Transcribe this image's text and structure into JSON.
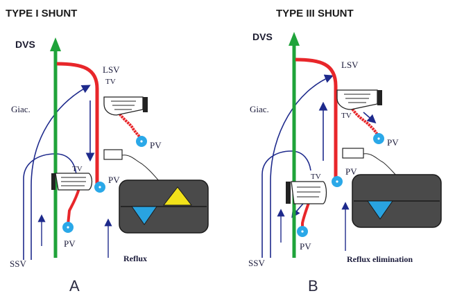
{
  "colors": {
    "deep_vein": "#1fa33a",
    "shunt_red": "#e8262a",
    "vein_blue": "#1e2a8c",
    "perforator_fill": "#2aa8e8",
    "doppler_box": "#4a4a4a",
    "triangle_blue": "#29a3e0",
    "triangle_yellow": "#f2e21a"
  },
  "panel_a": {
    "header": "TYPE I SHUNT",
    "deep_vein_label": "DVS",
    "lsv_label": "LSV",
    "tv_upper_label": "TV",
    "tv_lower_label": "TV",
    "giac_label": "Giac.",
    "pv_upper_label": "PV",
    "pv_mid_label": "PV",
    "pv_lower_label": "PV",
    "ssv_label": "SSV",
    "caption": "Reflux",
    "letter": "A"
  },
  "panel_b": {
    "header": "TYPE III SHUNT",
    "deep_vein_label": "DVS",
    "lsv_label": "LSV",
    "tv_upper_label": "TV",
    "tv_lower_label": "TV",
    "giac_label": "Giac.",
    "pv_upper_label": "PV",
    "pv_mid_label": "PV",
    "pv_lower_label": "PV",
    "ssv_label": "SSV",
    "caption": "Reflux elimination",
    "letter": "B"
  }
}
